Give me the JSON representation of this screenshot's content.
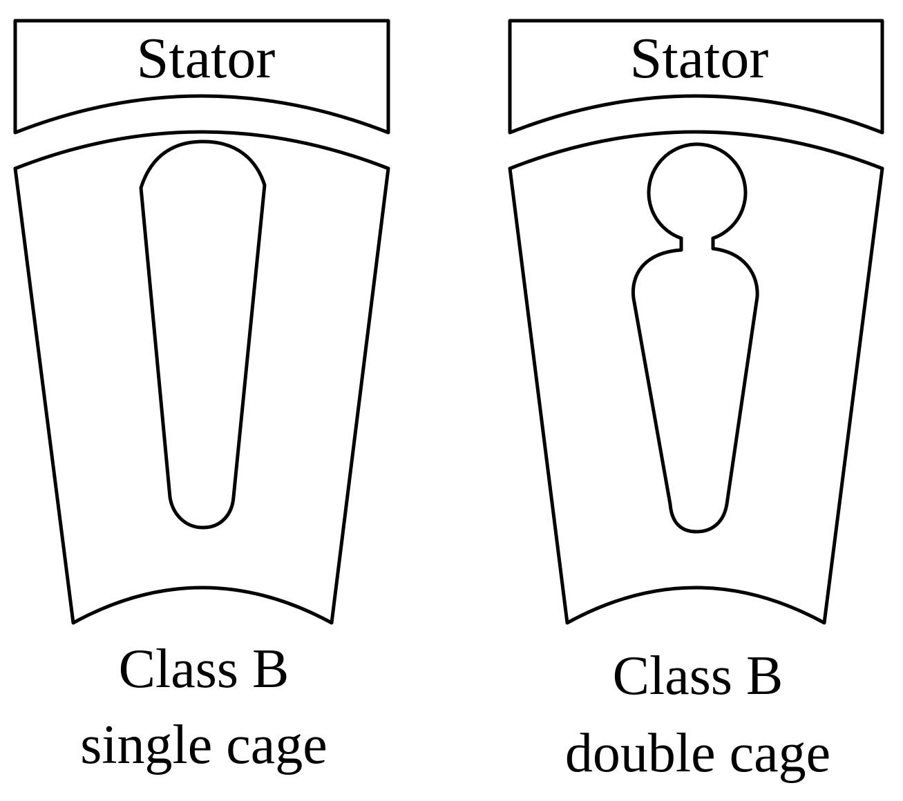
{
  "panels": [
    {
      "id": "single",
      "stator_label": "Stator",
      "caption_line1": "Class B",
      "caption_line2": "single cage"
    },
    {
      "id": "double",
      "stator_label": "Stator",
      "caption_line1": "Class B",
      "caption_line2": "double cage"
    }
  ],
  "colors": {
    "stroke": "#000000",
    "background": "#ffffff"
  }
}
